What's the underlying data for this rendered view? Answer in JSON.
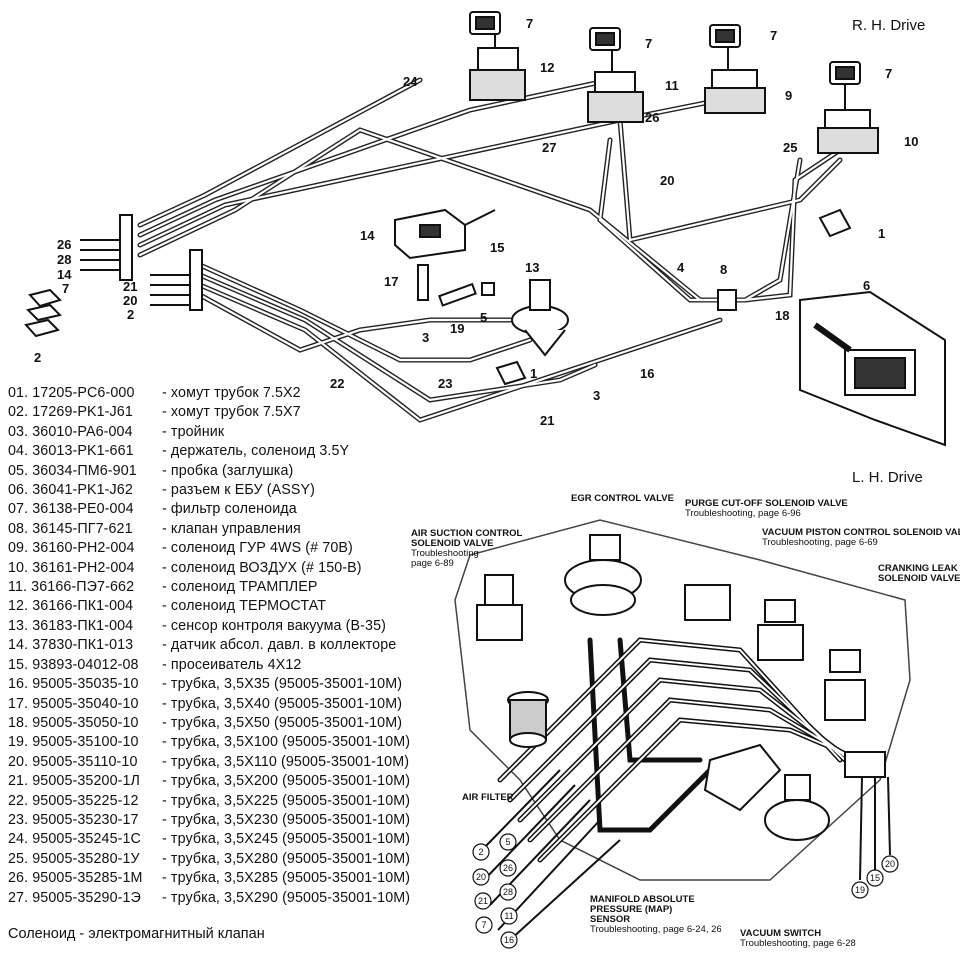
{
  "headers": {
    "rh": "R. H. Drive",
    "lh": "L. H. Drive"
  },
  "rh_callouts": [
    "7",
    "7",
    "7",
    "7",
    "12",
    "11",
    "9",
    "10",
    "24",
    "27",
    "26",
    "20",
    "25",
    "1",
    "14",
    "15",
    "13",
    "17",
    "19",
    "5",
    "3",
    "4",
    "8",
    "18",
    "6",
    "26",
    "28",
    "14",
    "7",
    "21",
    "20",
    "2",
    "2",
    "23",
    "22",
    "16",
    "1",
    "3",
    "21"
  ],
  "lh_labels": {
    "egr": "EGR CONTROL VALVE",
    "air_suction_1": "AIR SUCTION CONTROL",
    "air_suction_2": "SOLENOID VALVE",
    "air_suction_ts": "Troubleshooting",
    "air_suction_pg": "page 6-89",
    "purge_1": "PURGE CUT-OFF SOLENOID VALVE",
    "purge_ts": "Troubleshooting, page 6-96",
    "vac_piston_1": "VACUUM PISTON CONTROL SOLENOID VALVE",
    "vac_piston_ts": "Troubleshooting, page 6-69",
    "crank_1": "CRANKING LEAK",
    "crank_2": "SOLENOID VALVE",
    "air_filter": "AIR FILTER",
    "map_1": "MANIFOLD ABSOLUTE",
    "map_2": "PRESSURE (MAP)",
    "map_3": "SENSOR",
    "map_ts": "Troubleshooting, page 6-24, 26",
    "vac_switch": "VACUUM SWITCH",
    "vac_switch_ts": "Troubleshooting, page 6-28"
  },
  "lh_circles": [
    "2",
    "5",
    "20",
    "26",
    "21",
    "28",
    "7",
    "11",
    "16",
    "19",
    "15",
    "20"
  ],
  "parts": [
    {
      "pn": "01. 17205-PC6-000",
      "desc": "- хомут трубок 7.5X2"
    },
    {
      "pn": "02. 17269-PK1-J61",
      "desc": "- хомут трубок 7.5X7"
    },
    {
      "pn": "03. 36010-PA6-004",
      "desc": "- тройник"
    },
    {
      "pn": "04. 36013-PK1-661",
      "desc": "- держатель, соленоид 3.5Y"
    },
    {
      "pn": "05. 36034-ПМ6-901",
      "desc": "- пробка (заглушка)"
    },
    {
      "pn": "06. 36041-PK1-J62",
      "desc": "- разъем к ЕБУ (ASSY)"
    },
    {
      "pn": "07. 36138-PE0-004",
      "desc": "- фильтр соленоида"
    },
    {
      "pn": "08. 36145-ПГ7-621",
      "desc": "- клапан управления"
    },
    {
      "pn": "09. 36160-PH2-004",
      "desc": "- соленоид ГУР 4WS (# 70B)"
    },
    {
      "pn": "10. 36161-PH2-004",
      "desc": "- соленоид ВОЗДУХ (# 150-B)"
    },
    {
      "pn": "11. 36166-ПЭ7-662",
      "desc": "- соленоид ТРАМПЛЕР"
    },
    {
      "pn": "12. 36166-ПК1-004",
      "desc": "- соленоид ТЕРМОСТАТ"
    },
    {
      "pn": "13. 36183-ПК1-004",
      "desc": "- сенсор контроля вакуума (B-35)"
    },
    {
      "pn": "14. 37830-ПК1-013",
      "desc": "- датчик абсол. давл. в коллекторе"
    },
    {
      "pn": "15. 93893-04012-08",
      "desc": "- просеиватель 4X12"
    },
    {
      "pn": "16. 95005-35035-10",
      "desc": "- трубка, 3,5X35 (95005-35001-10M)"
    },
    {
      "pn": "17. 95005-35040-10",
      "desc": "- трубка, 3,5X40 (95005-35001-10M)"
    },
    {
      "pn": "18. 95005-35050-10",
      "desc": "- трубка, 3,5X50 (95005-35001-10M)"
    },
    {
      "pn": "19. 95005-35100-10",
      "desc": "- трубка, 3,5X100 (95005-35001-10M)"
    },
    {
      "pn": "20. 95005-35110-10",
      "desc": "- трубка, 3,5X110 (95005-35001-10M)"
    },
    {
      "pn": "21. 95005-35200-1Л",
      "desc": "- трубка, 3,5X200 (95005-35001-10M)"
    },
    {
      "pn": "22. 95005-35225-12",
      "desc": "- трубка, 3,5X225 (95005-35001-10M)"
    },
    {
      "pn": "23. 95005-35230-17",
      "desc": "- трубка, 3,5X230 (95005-35001-10M)"
    },
    {
      "pn": "24. 95005-35245-1С",
      "desc": "- трубка, 3,5X245 (95005-35001-10M)"
    },
    {
      "pn": "25. 95005-35280-1У",
      "desc": "- трубка, 3,5X280 (95005-35001-10M)"
    },
    {
      "pn": "26. 95005-35285-1М",
      "desc": "- трубка, 3,5X285 (95005-35001-10M)"
    },
    {
      "pn": "27. 95005-35290-1Э",
      "desc": "- трубка, 3,5X290 (95005-35001-10M)"
    }
  ],
  "footer": "Соленоид - электромагнитный клапан"
}
